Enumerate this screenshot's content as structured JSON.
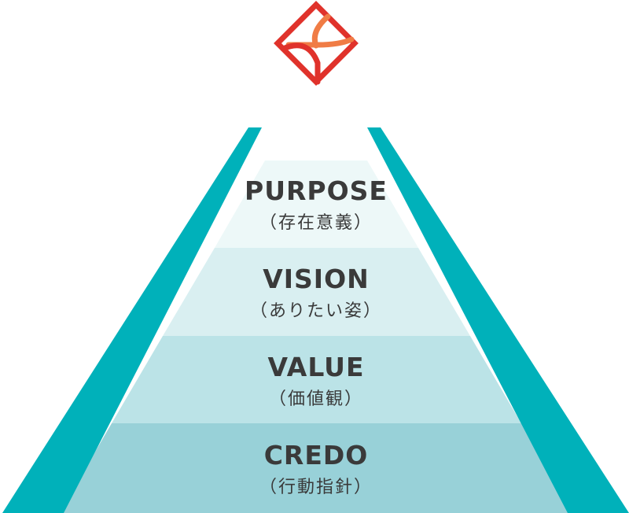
{
  "colors": {
    "frame": "#00b1ba",
    "tier_1": "#edf8f8",
    "tier_2": "#d9eff1",
    "tier_3": "#bbe3e7",
    "tier_4": "#98d1d8",
    "logo_red": "#e0322b",
    "logo_orange": "#f07c45",
    "text": "#3a3a3a"
  },
  "logo": {
    "icon": "diamond-logo-icon"
  },
  "tiers": [
    {
      "title": "PURPOSE",
      "subtitle": "（存在意義）"
    },
    {
      "title": "VISION",
      "subtitle": "（ありたい姿）"
    },
    {
      "title": "VALUE",
      "subtitle": "（価値観）"
    },
    {
      "title": "CREDO",
      "subtitle": "（行動指針）"
    }
  ]
}
